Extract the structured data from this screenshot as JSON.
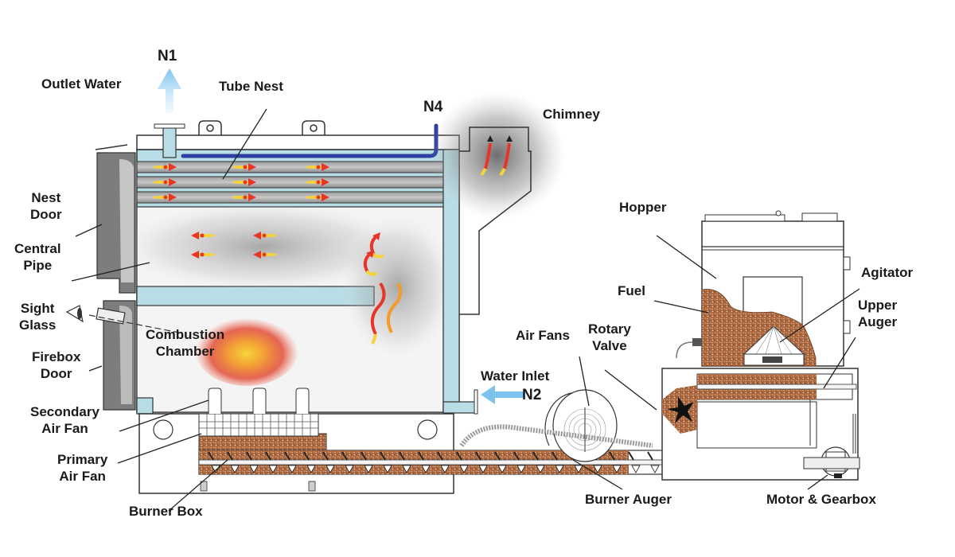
{
  "diagram": {
    "title": "Biomass pellet boiler cross-section",
    "nozzles": {
      "n1": "N1",
      "n2": "N2",
      "n4": "N4"
    },
    "labels": {
      "outlet_water": "Outlet Water",
      "tube_nest": "Tube Nest",
      "chimney": "Chimney",
      "nest_door_1": "Nest",
      "nest_door_2": "Door",
      "central_pipe_1": "Central",
      "central_pipe_2": "Pipe",
      "sight_glass_1": "Sight",
      "sight_glass_2": "Glass",
      "combustion_chamber_1": "Combustion",
      "combustion_chamber_2": "Chamber",
      "firebox_door_1": "Firebox",
      "firebox_door_2": "Door",
      "secondary_air_fan_1": "Secondary",
      "secondary_air_fan_2": "Air Fan",
      "primary_air_fan_1": "Primary",
      "primary_air_fan_2": "Air Fan",
      "burner_box": "Burner Box",
      "hopper": "Hopper",
      "fuel": "Fuel",
      "agitator": "Agitator",
      "upper_auger_1": "Upper",
      "upper_auger_2": "Auger",
      "air_fans": "Air Fans",
      "rotary_valve_1": "Rotary",
      "rotary_valve_2": "Valve",
      "water_inlet": "Water Inlet",
      "burner_auger": "Burner Auger",
      "motor_gearbox": "Motor & Gearbox"
    },
    "colors": {
      "water_jacket": "#b9dde6",
      "tube": "#8a8a8a",
      "door": "#7d7d7d",
      "fuel": "#a8643c",
      "pipe_blue": "#2e3fa3",
      "flow_arrow": "#7cc3ee",
      "flame_red": "#e8352a",
      "flame_yellow": "#f5d33a",
      "outline": "#333333"
    }
  }
}
